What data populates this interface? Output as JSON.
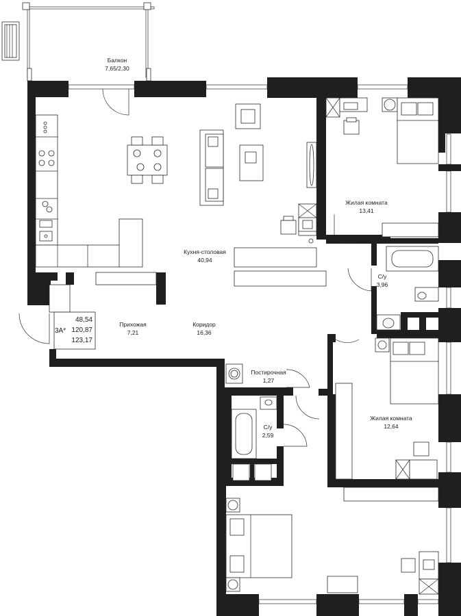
{
  "rooms": {
    "balcony": {
      "name": "Балкон",
      "area": "7,65/2,30"
    },
    "kitchen": {
      "name": "Кухня-столовая",
      "area": "40,94"
    },
    "bedroom1": {
      "name": "Жилая комната",
      "area": "13,41"
    },
    "bath1": {
      "name": "С/у",
      "area": "3,96"
    },
    "hall": {
      "name": "Прихожая",
      "area": "7,21"
    },
    "corridor": {
      "name": "Коридор",
      "area": "16,36"
    },
    "laundry": {
      "name": "Постирочная",
      "area": "1,27"
    },
    "bath2": {
      "name": "С/у",
      "area": "2,59"
    },
    "bedroom2": {
      "name": "Жилая комната",
      "area": "12,64"
    }
  },
  "summary": {
    "type": "3А*",
    "living": "48,54",
    "total": "120,87",
    "total_with_balcony": "123,17"
  },
  "colors": {
    "wall": "#1f1f1f",
    "line": "#2a2a2a",
    "background": "#ffffff"
  }
}
